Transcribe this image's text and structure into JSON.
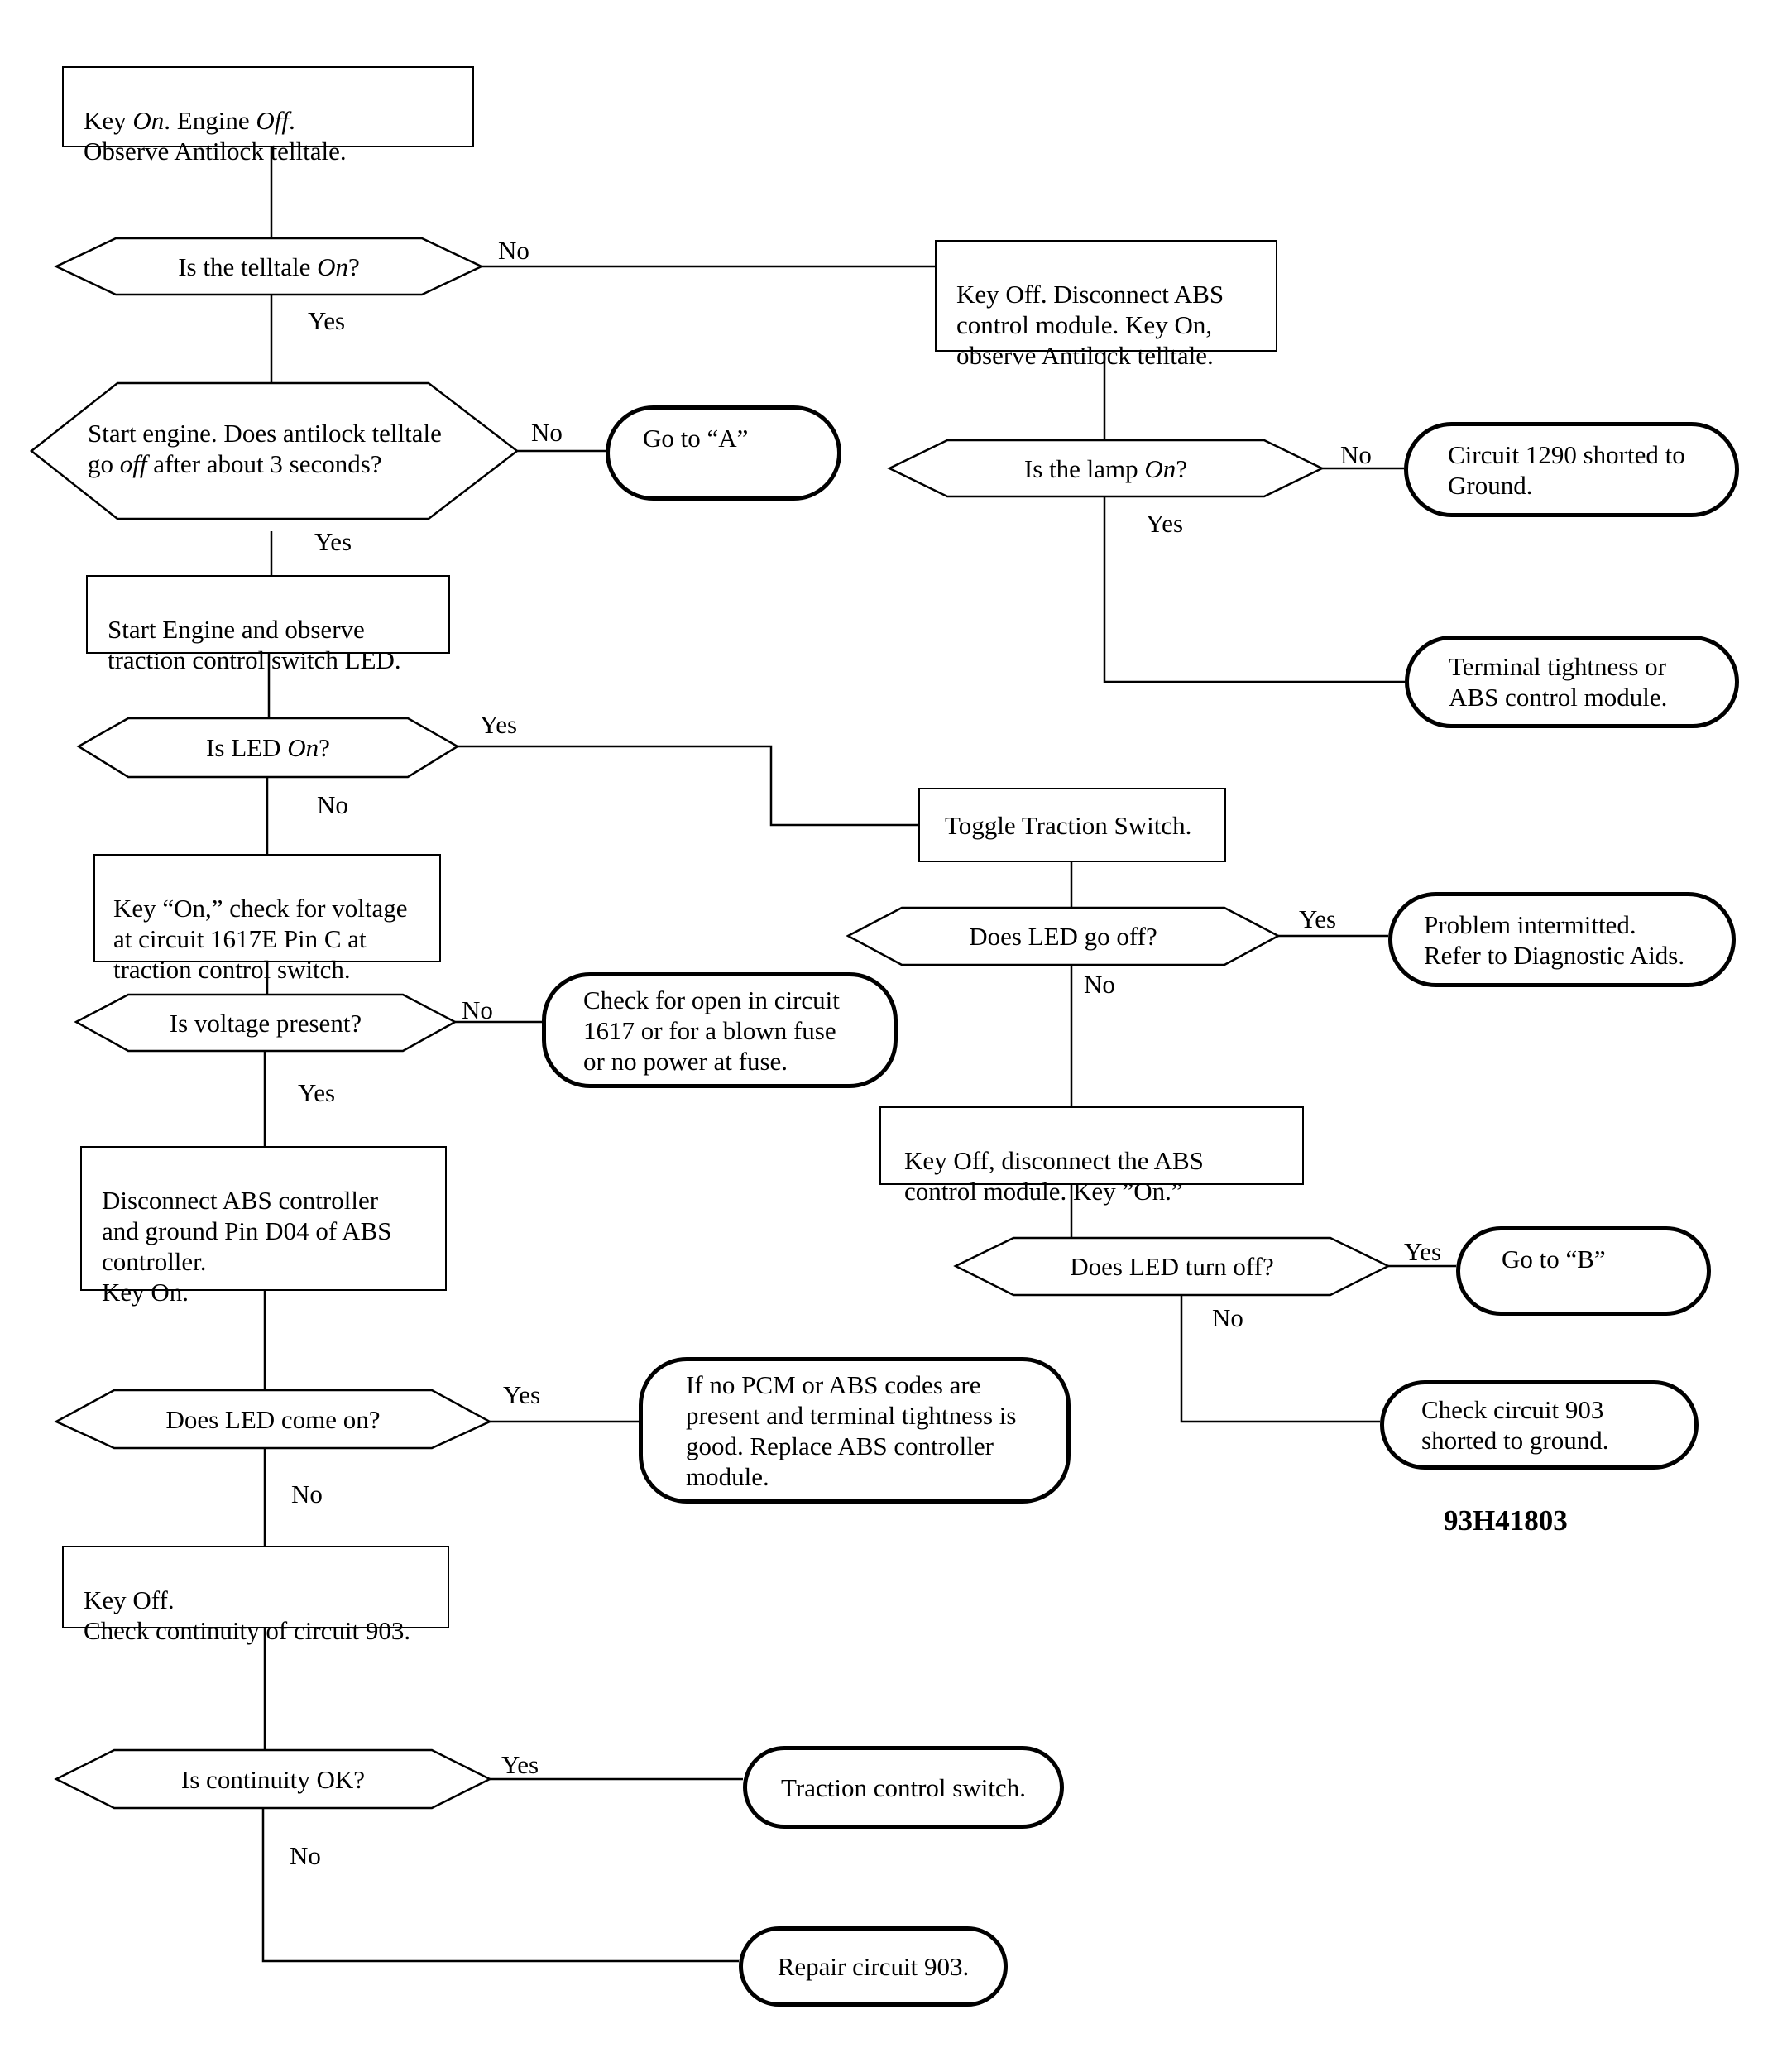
{
  "nodes": {
    "start": {
      "text": [
        "Key ",
        "On",
        ". Engine ",
        "Off",
        ".\nObserve Antilock telltale."
      ]
    },
    "q_telltale_on": {
      "text": [
        "Is the telltale ",
        "On",
        "?"
      ]
    },
    "q_telltale_off": {
      "text": [
        "Start engine. Does antilock telltale\ngo ",
        "off",
        " after about 3 seconds?"
      ]
    },
    "go_to_a": {
      "text": "Go to “A”"
    },
    "start_engine_led": {
      "text": "Start Engine and observe\ntraction control switch LED."
    },
    "q_led_on": {
      "text": [
        "Is LED ",
        "On",
        "?"
      ]
    },
    "check_voltage": {
      "text": "Key “On,” check for voltage\nat circuit 1617E Pin C at\ntraction control switch."
    },
    "q_voltage": {
      "text": "Is voltage present?"
    },
    "check_open_1617": {
      "text": "Check for open in circuit\n1617 or for a blown fuse\nor no power at fuse."
    },
    "disconnect_ground": {
      "text": "Disconnect ABS controller\nand ground Pin D04 of ABS\ncontroller.\nKey On."
    },
    "q_led_come_on": {
      "text": "Does LED come on?"
    },
    "replace_abs": {
      "text": "If no PCM or ABS codes are\npresent and terminal tightness is\ngood.  Replace ABS controller\nmodule."
    },
    "check_continuity": {
      "text": "Key Off.\nCheck continuity of circuit 903."
    },
    "q_continuity": {
      "text": "Is continuity OK?"
    },
    "traction_switch": {
      "text": "Traction control switch."
    },
    "repair_903": {
      "text": "Repair circuit 903."
    },
    "key_off_disconnect": {
      "text": "Key Off. Disconnect ABS\ncontrol module. Key On,\nobserve Antilock telltale."
    },
    "q_lamp_on": {
      "text": [
        "Is the lamp ",
        "On",
        "?"
      ]
    },
    "circuit_1290": {
      "text": "Circuit 1290 shorted to\nGround."
    },
    "terminal_tightness": {
      "text": "Terminal tightness or\nABS control module."
    },
    "toggle_switch": {
      "text": "Toggle Traction Switch."
    },
    "q_led_go_off": {
      "text": "Does LED go off?"
    },
    "problem_intermittent": {
      "text": "Problem intermitted.\nRefer to Diagnostic Aids."
    },
    "key_off_disconnect_2": {
      "text": "Key Off, disconnect the ABS\ncontrol module. Key ”On.”"
    },
    "q_led_turn_off": {
      "text": "Does LED turn off?"
    },
    "go_to_b": {
      "text": "Go to “B”"
    },
    "check_903_ground": {
      "text": "Check circuit 903\nshorted to ground."
    }
  },
  "labels": {
    "no_1": "No",
    "yes_1": "Yes",
    "no_2": "No",
    "yes_2": "Yes",
    "yes_3": "Yes",
    "no_3": "No",
    "no_4": "No",
    "yes_4": "Yes",
    "yes_5": "Yes",
    "no_5": "No",
    "yes_6": "Yes",
    "no_6": "No",
    "no_7": "No",
    "yes_7": "Yes",
    "yes_8": "Yes",
    "no_8": "No",
    "yes_9": "Yes",
    "no_9": "No"
  },
  "figure_number": "93H41803"
}
